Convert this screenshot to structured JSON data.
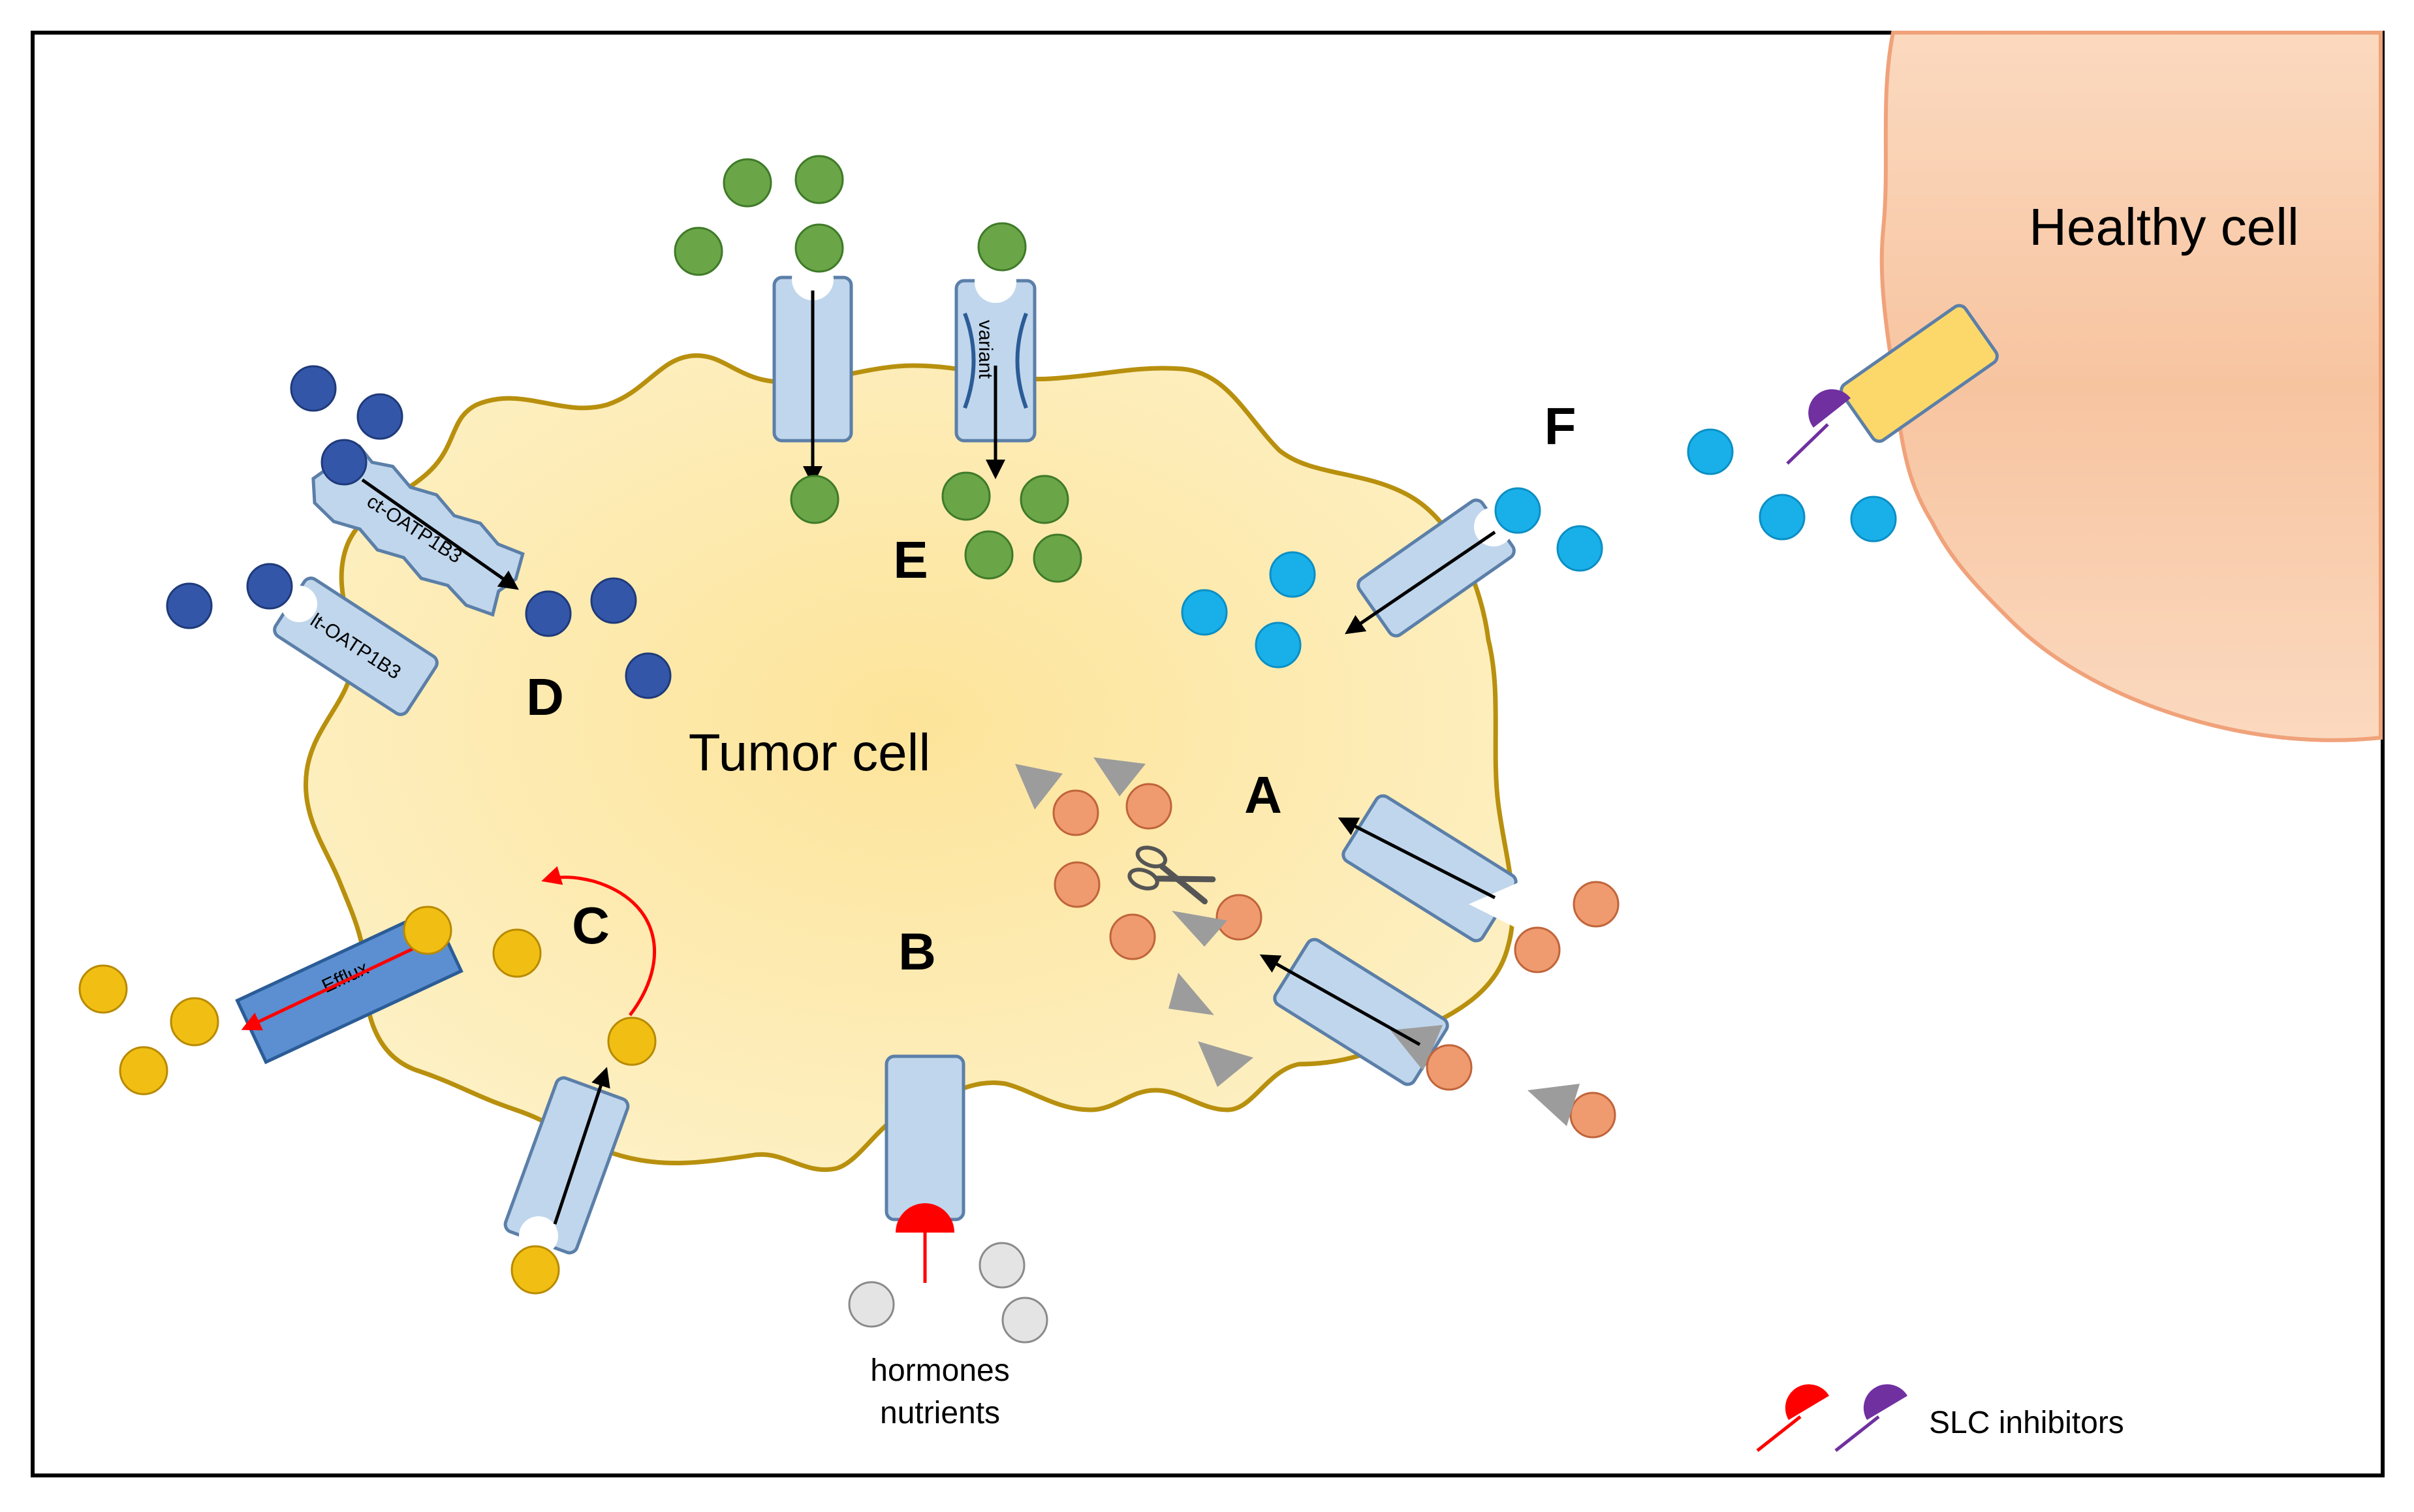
{
  "labels": {
    "tumor_cell": "Tumor cell",
    "healthy_cell": "Healthy cell",
    "hormones": "hormones",
    "nutrients": "nutrients",
    "legend": "SLC inhibitors",
    "A": "A",
    "B": "B",
    "C": "C",
    "D": "D",
    "E": "E",
    "F": "F"
  },
  "proteins": {
    "ct": "ct-OATP1B3",
    "lt": "lt-OATP1B3",
    "variant": "variant",
    "efflux": "Efflux"
  },
  "colors": {
    "tumor_fill": "#fde9a6",
    "tumor_stroke": "#b8900e",
    "healthy_fill": "#fbcfae",
    "healthy_stroke": "#f0a27a",
    "transporter_fill": "#c0d6ec",
    "transporter_stroke": "#5b7fa8",
    "green": "#6aa548",
    "navy": "#3356a8",
    "cyan": "#19b0ea",
    "orange": "#ef9a6f",
    "gold": "#f1bf13",
    "gray_particle": "#e4e4e4",
    "gray_triangle": "#9c9c9c",
    "inhibitor_red": "#ff0000",
    "inhibitor_purple": "#7030a0",
    "efflux_fill": "#5b8fd1",
    "yellow_transporter": "#fcd86a"
  }
}
